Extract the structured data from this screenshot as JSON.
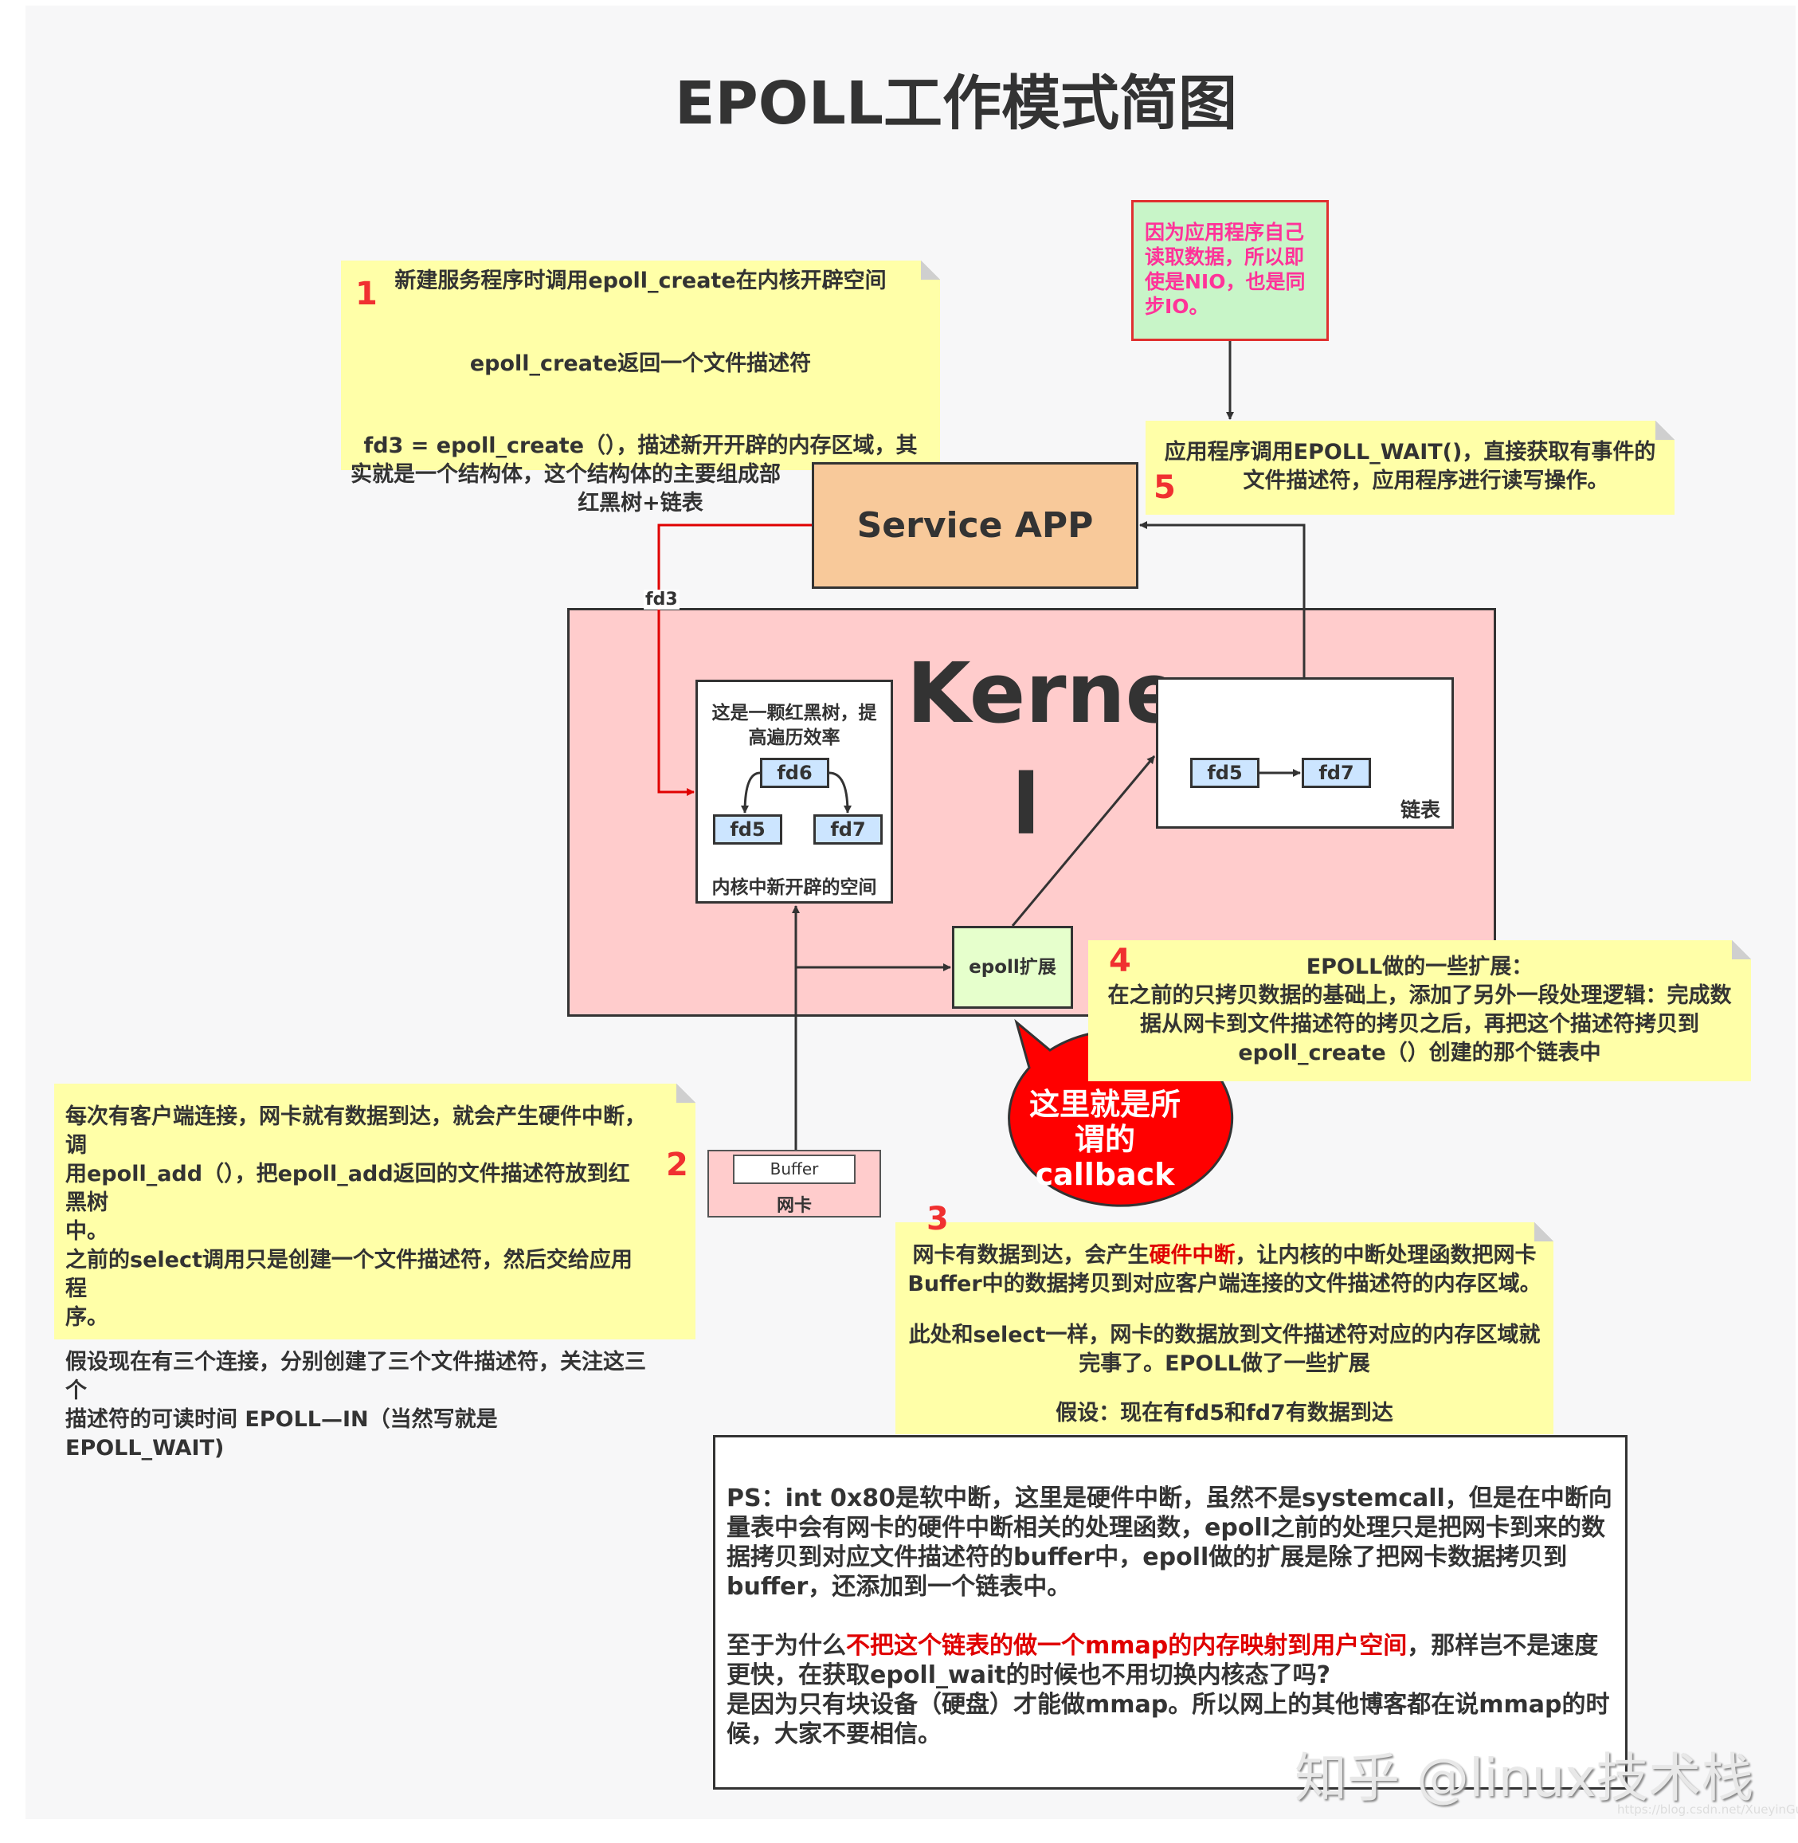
{
  "title": "EPOLL工作模式简图",
  "colors": {
    "note": "#ffffa8",
    "kernel": "#ffcccc",
    "service_app": "#f8c99a",
    "epoll_ext": "#e6ffcc",
    "tree_node": "#cce5ff",
    "accent_red": "#e00000",
    "pink_text": "#ff3399"
  },
  "note1": {
    "number": "1",
    "line1": "新建服务程序时调用epoll_create在内核开辟空间",
    "line2": "epoll_create返回一个文件描述符",
    "line3": "fd3 = epoll_create（），描述新开开辟的内存区域，其",
    "line4": "实就是一个结构体，这个结构体的主要组成部",
    "line5": "红黑树+链表"
  },
  "note_sync": {
    "text": "因为应用程序自己读取数据，所以即使是NIO，也是同步IO。"
  },
  "note5": {
    "number": "5",
    "line1": "应用程序调用EPOLL_WAIT()，直接获取有事件的",
    "line2": "文件描述符，应用程序进行读写操作。"
  },
  "service_app": "Service APP",
  "fd3_label": "fd3",
  "kernel": {
    "label1": "Kerne",
    "label2": "l"
  },
  "tree": {
    "caption1": "这是一颗红黑树，提",
    "caption2": "高遍历效率",
    "nodes": [
      "fd6",
      "fd5",
      "fd7"
    ],
    "footer": "内核中新开辟的空间"
  },
  "linked_list": {
    "nodes": [
      "fd5",
      "fd7"
    ],
    "label": "链表"
  },
  "epoll_ext": "epoll扩展",
  "nic": {
    "buffer": "Buffer",
    "label": "网卡"
  },
  "callback": {
    "line1": "这里就是所",
    "line2": "谓的",
    "line3": "callback"
  },
  "note4": {
    "number": "4",
    "line1": "EPOLL做的一些扩展：",
    "line2": "在之前的只拷贝数据的基础上，添加了另外一段处理逻辑：完成数",
    "line3": "据从网卡到文件描述符的拷贝之后，再把这个描述符拷贝到",
    "line4": "epoll_create（）创建的那个链表中"
  },
  "note2": {
    "number": "2",
    "line1": "每次有客户端连接，网卡就有数据到达，就会产生硬件中断，调",
    "line2": "用epoll_add（），把epoll_add返回的文件描述符放到红黑树",
    "line3": "中。",
    "line4": "之前的select调用只是创建一个文件描述符，然后交给应用程",
    "line5": "序。",
    "line6": "假设现在有三个连接，分别创建了三个文件描述符，关注这三个",
    "line7": "描述符的可读时间 EPOLL—IN（当然写就是EPOLL_WAIT)"
  },
  "note3": {
    "number": "3",
    "line1a": "网卡有数据到达，会产生",
    "line1b": "硬件中断",
    "line1c": "，让内核的中断处理函数把网卡",
    "line2": "Buffer中的数据拷贝到对应客户端连接的文件描述符的内存区域。",
    "line3": "此处和select一样，网卡的数据放到文件描述符对应的内存区域就",
    "line4": "完事了。EPOLL做了一些扩展",
    "line5": "假设：现在有fd5和fd7有数据到达"
  },
  "ps": {
    "p1": "PS：int 0x80是软中断，这里是硬件中断，虽然不是systemcall，但是在中断向量表中会有网卡的硬件中断相关的处理函数，epoll之前的处理只是把网卡到来的数据拷贝到对应文件描述符的buffer中，epoll做的扩展是除了把网卡数据拷贝到buffer，还添加到一个链表中。",
    "p2a": "至于为什么",
    "p2b": "不把这个链表的做一个mmap的内存映射到用户空间",
    "p2c": "，那样岂不是速度更快，在获取epoll_wait的时候也不用切换内核态了吗?",
    "p3": "是因为只有块设备（硬盘）才能做mmap。所以网上的其他博客都在说mmap的时候，大家不要相信。"
  },
  "watermark": "知乎 @linux技术栈",
  "source_url": "https://blog.csdn.net/XueyinGuo"
}
